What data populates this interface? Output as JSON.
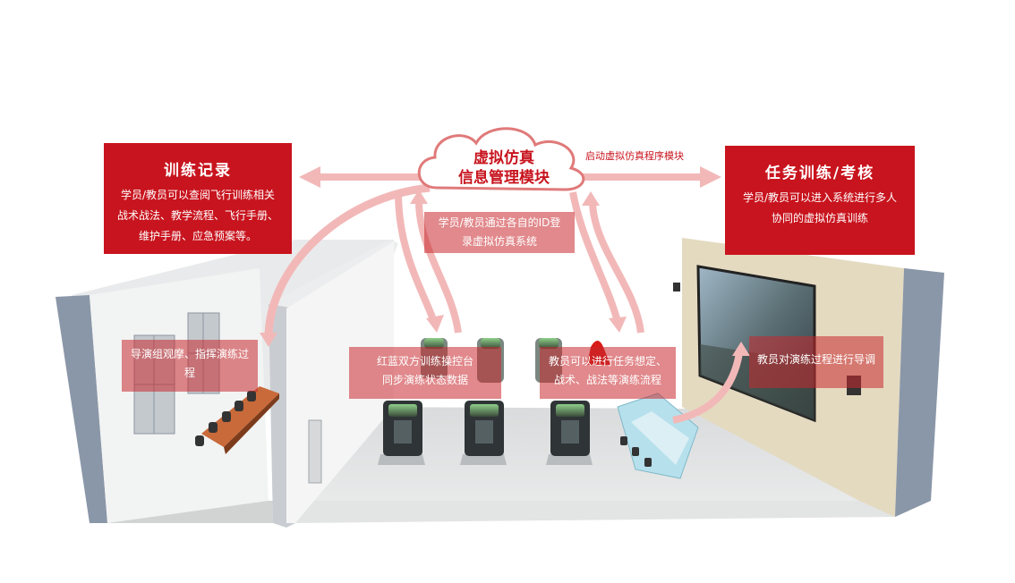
{
  "center_module": {
    "line1": "虚拟仿真",
    "line2": "信息管理模块"
  },
  "launch_label": "启动虚拟仿真程序模块",
  "training_record": {
    "title": "训练记录",
    "lines": [
      "学员/教员可以查阅飞行训练相关",
      "战术战法、教学流程、飞行手册、",
      "维护手册、应急预案等。"
    ]
  },
  "mission_training": {
    "title": "任务训练/考核",
    "lines": [
      "学员/教员可以进入系统进行多人",
      "协同的虚拟仿真训练"
    ]
  },
  "login_note": {
    "lines": [
      "学员/教员通过各自的ID登",
      "录虚拟仿真系统"
    ]
  },
  "director_note": {
    "lines": [
      "导演组观摩、指挥演练过",
      "程"
    ]
  },
  "console_note": {
    "lines": [
      "红蓝双方训练操控台",
      "同步演练状态数据"
    ]
  },
  "instructor_plan_note": {
    "lines": [
      "教员可以进行任务想定、",
      "战术、战法等演练流程"
    ]
  },
  "instructor_guide_note": {
    "lines": [
      "教员对演练过程进行导调"
    ]
  },
  "colors": {
    "accent": "#c8141e",
    "arrow": "#f2b8b8"
  }
}
